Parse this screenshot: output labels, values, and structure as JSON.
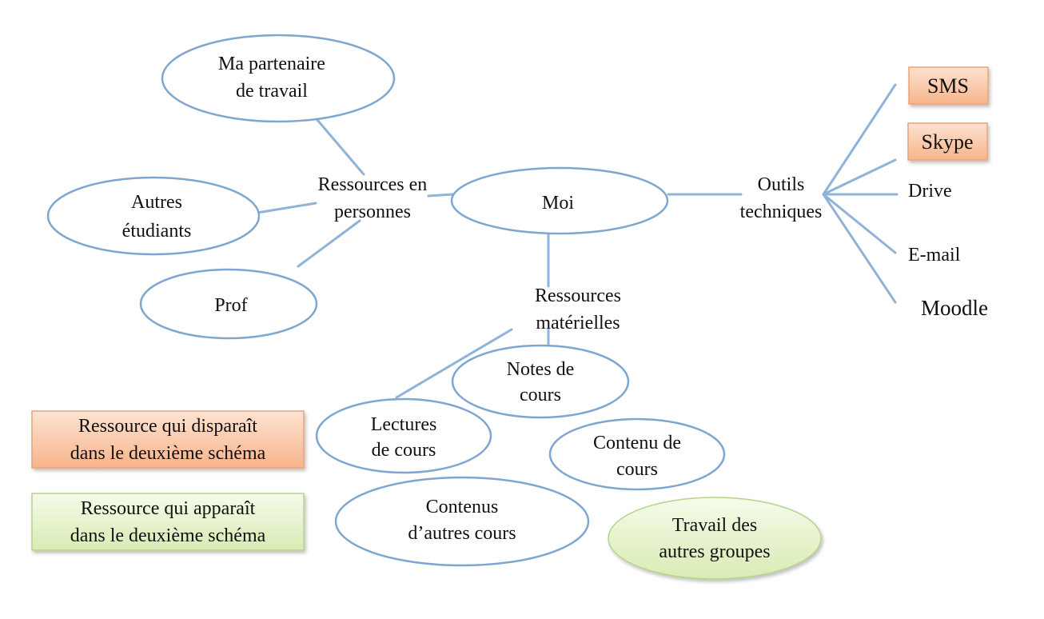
{
  "colors": {
    "ellipse_stroke": "#7fa6cf",
    "line": "#8fb3d9",
    "orange_fill": "#f9c7a5",
    "orange_stroke": "#eca27a",
    "green_fill": "#e6f2cd",
    "green_stroke": "#b6d38a"
  },
  "center": {
    "label": "Moi"
  },
  "branches": {
    "persons": {
      "label_line1": "Ressources en",
      "label_line2": "personnes"
    },
    "tools": {
      "label_line1": "Outils",
      "label_line2": "techniques"
    },
    "material": {
      "label_line1": "Ressources",
      "label_line2": "matérielles"
    }
  },
  "persons": {
    "partner": {
      "line1": "Ma partenaire",
      "line2": "de travail"
    },
    "students": {
      "line1": "Autres",
      "line2": "étudiants"
    },
    "prof": {
      "line1": "Prof"
    }
  },
  "tools": {
    "sms": "SMS",
    "skype": "Skype",
    "drive": "Drive",
    "email": "E-mail",
    "moodle": "Moodle"
  },
  "materials": {
    "notes": {
      "line1": "Notes de",
      "line2": "cours"
    },
    "lectures": {
      "line1": "Lectures",
      "line2": "de cours"
    },
    "content": {
      "line1": "Contenu de",
      "line2": "cours"
    },
    "other_content": {
      "line1": "Contenus",
      "line2": "d’autres cours"
    },
    "other_groups": {
      "line1": "Travail des",
      "line2": "autres groupes"
    }
  },
  "legend": {
    "disappears": {
      "line1": "Ressource qui disparaît",
      "line2": "dans le deuxième schéma"
    },
    "appears": {
      "line1": "Ressource qui apparaît",
      "line2": "dans le deuxième schéma"
    }
  }
}
